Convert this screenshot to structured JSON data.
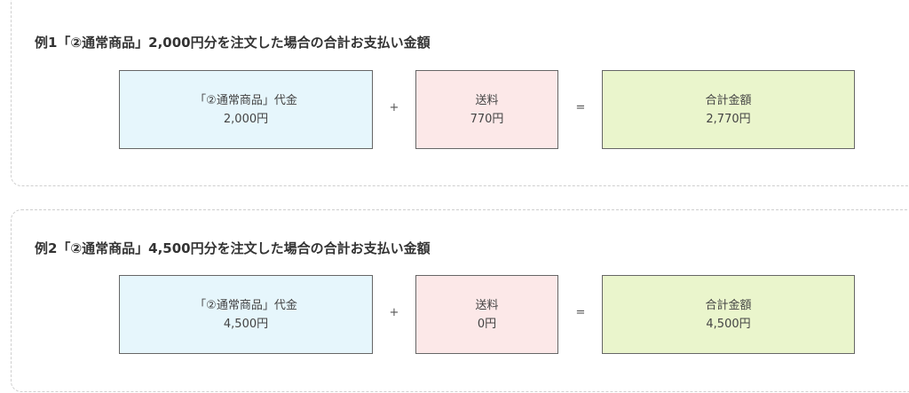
{
  "examples": [
    {
      "title": "例1「②通常商品」2,000円分を注文した場合の合計お支払い金額",
      "product": {
        "label": "「②通常商品」代金",
        "amount": "2,000円"
      },
      "plus": "+",
      "shipping": {
        "label": "送料",
        "amount": "770円"
      },
      "equals": "=",
      "total": {
        "label": "合計金額",
        "amount": "2,770円"
      }
    },
    {
      "title": "例2「②通常商品」4,500円分を注文した場合の合計お支払い金額",
      "product": {
        "label": "「②通常商品」代金",
        "amount": "4,500円"
      },
      "plus": "+",
      "shipping": {
        "label": "送料",
        "amount": "0円"
      },
      "equals": "=",
      "total": {
        "label": "合計金額",
        "amount": "4,500円"
      }
    }
  ],
  "colors": {
    "product_box": "#e6f6fc",
    "shipping_box": "#fce8e8",
    "total_box": "#eaf5cc",
    "border": "#666666"
  }
}
